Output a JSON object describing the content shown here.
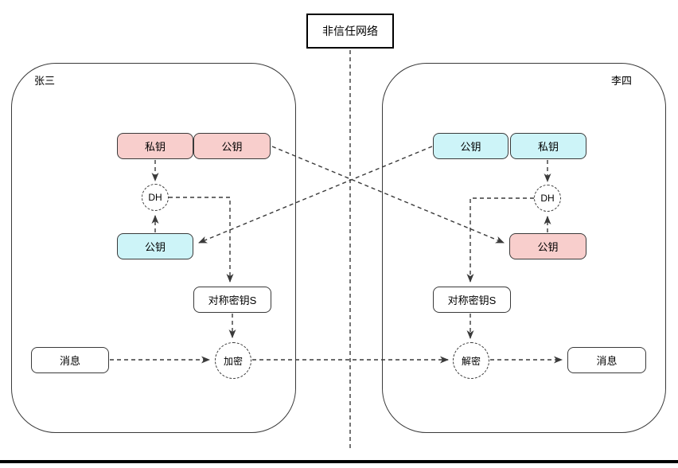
{
  "network": {
    "label": "非信任网络"
  },
  "actors": {
    "left": {
      "name": "张三",
      "private_key": "私钥",
      "own_public_key": "公钥",
      "dh": "DH",
      "received_public_key": "公钥",
      "symmetric_key": "对称密钥S",
      "message": "消息",
      "operation": "加密"
    },
    "right": {
      "name": "李四",
      "own_public_key": "公钥",
      "private_key": "私钥",
      "dh": "DH",
      "received_public_key": "公钥",
      "symmetric_key": "对称密钥S",
      "operation": "解密",
      "message": "消息"
    }
  },
  "colors": {
    "pink_fill": "#f8cecc",
    "cyan_fill": "#cdf4f8",
    "stroke": "#3a3a3a"
  }
}
